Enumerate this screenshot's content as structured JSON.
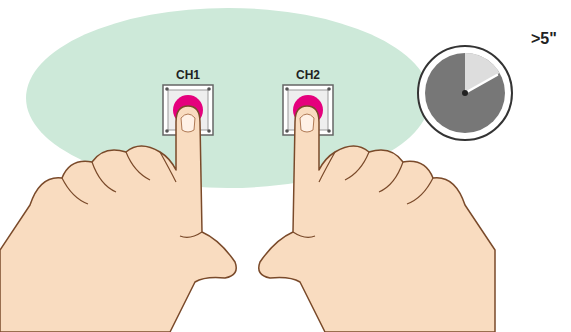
{
  "diagram": {
    "nodes": [
      {
        "text": [
          "CH1"
        ]
      },
      {
        "text": [
          "CH2"
        ]
      }
    ],
    "labels": [
      ">5\""
    ]
  }
}
